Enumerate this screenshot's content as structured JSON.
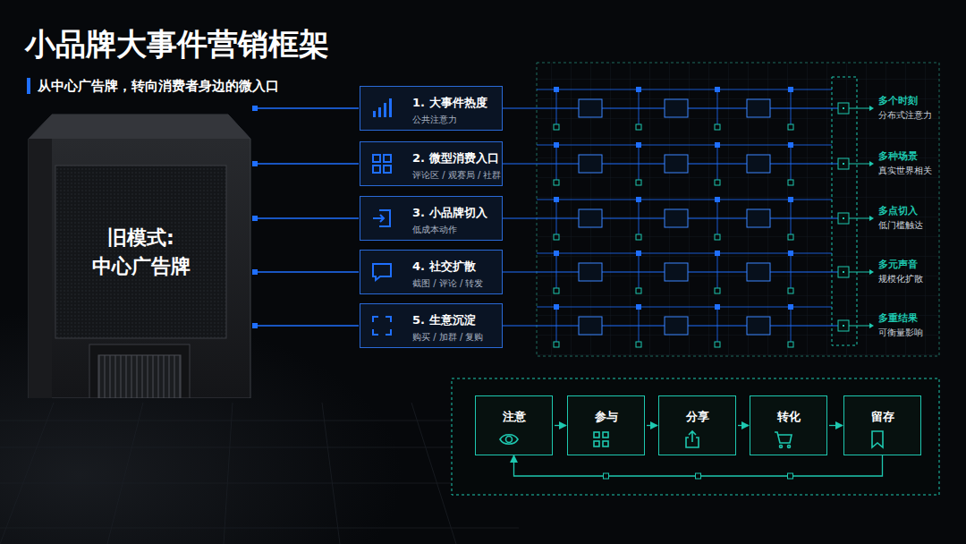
{
  "diagram": {
    "title": "小品牌大事件营销框架",
    "nodes": [
      {
        "text": [
          "旧模式: 中心广告牌"
        ]
      },
      {
        "text": [
          "1. 大事件热度",
          "公共注意力"
        ]
      },
      {
        "text": [
          "2. 微型消费入口",
          "评论区 / 观赛局 / 社群"
        ]
      },
      {
        "text": [
          "3. 小品牌切入",
          "低成本动作"
        ]
      },
      {
        "text": [
          "4. 社交扩散",
          "截图 / 评论 / 转发"
        ]
      },
      {
        "text": [
          "5. 生意沉淀",
          "购买 / 加群 / 复购"
        ]
      },
      {
        "text": [
          "注意"
        ]
      },
      {
        "text": [
          "参与"
        ]
      },
      {
        "text": [
          "分享"
        ]
      },
      {
        "text": [
          "转化"
        ]
      },
      {
        "text": [
          "留存"
        ]
      }
    ],
    "edges": [
      {
        "from": 0,
        "to": 1,
        "arrow": "none"
      },
      {
        "from": 0,
        "to": 2,
        "arrow": "none"
      },
      {
        "from": 0,
        "to": 3,
        "arrow": "none"
      },
      {
        "from": 0,
        "to": 4,
        "arrow": "none"
      },
      {
        "from": 0,
        "to": 5,
        "arrow": "none"
      },
      {
        "from": 6,
        "to": 7,
        "arrow": "to"
      },
      {
        "from": 7,
        "to": 8,
        "arrow": "to"
      },
      {
        "from": 8,
        "to": 9,
        "arrow": "to"
      },
      {
        "from": 9,
        "to": 10,
        "arrow": "to"
      },
      {
        "from": 10,
        "to": 6,
        "arrow": "to"
      }
    ],
    "labels": [
      "从中心广告牌，转向消费者身边的微入口",
      "多个时刻",
      "分布式注意力",
      "多种场景",
      "真实世界相关",
      "多点切入",
      "低门槛触达",
      "多元声音",
      "规模化扩散",
      "多重结果",
      "可衡量影响"
    ]
  }
}
